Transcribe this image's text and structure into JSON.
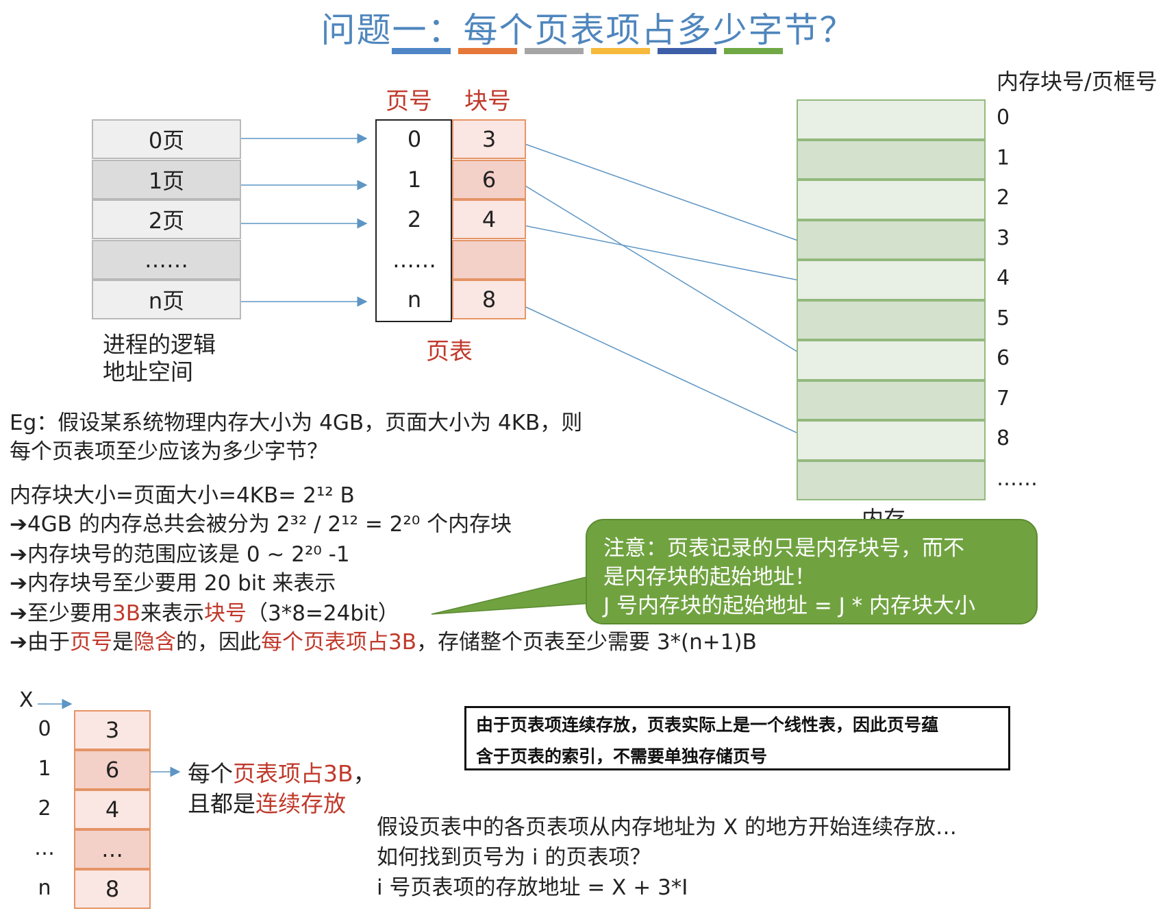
{
  "title": "问题一：每个页表项占多少字节？",
  "title_bar_colors": [
    "#4f86c6",
    "#e57738",
    "#a5a5a5",
    "#f6b93b",
    "#3d5fa8",
    "#6fa845"
  ],
  "logical_space": {
    "pages": [
      "0页",
      "1页",
      "2页",
      "……",
      "n页"
    ],
    "caption": [
      "进程的逻辑",
      "地址空间"
    ]
  },
  "page_table": {
    "header_page_no": "页号",
    "header_block_no": "块号",
    "page_numbers": [
      "0",
      "1",
      "2",
      "……",
      "n"
    ],
    "block_numbers": [
      "3",
      "6",
      "4",
      "",
      "8"
    ],
    "caption": "页表"
  },
  "memory": {
    "header": "内存块号/页框号",
    "block_labels": [
      "0",
      "1",
      "2",
      "3",
      "4",
      "5",
      "6",
      "7",
      "8",
      "……"
    ],
    "caption": "内存"
  },
  "colors": {
    "logical_light": "#efefef",
    "logical_dark": "#dcdcdc",
    "block_light": "#fae6e2",
    "block_dark": "#f3d0c8",
    "mem_light": "#e8efe4",
    "mem_dark": "#d4e1cd",
    "arrow": "#5d95c4",
    "callout": "#70a340",
    "accent_red": "#c0392b"
  },
  "example": {
    "line1": "Eg：假设某系统物理内存大小为 4GB，页面大小为 4KB，则",
    "line2": "每个页表项至少应该为多少字节？",
    "step1": "内存块大小=页面大小=4KB= 2¹² B",
    "step2": "➔4GB 的内存总共会被分为 2³² / 2¹² = 2²⁰ 个内存块",
    "step3": "➔内存块号的范围应该是 0 ~ 2²⁰ -1",
    "step4": "➔内存块号至少要用 20 bit 来表示",
    "step5": {
      "a": "➔至少要用",
      "b": "3B",
      "c": "来表示",
      "d": "块号",
      "e": "（3*8=24bit）"
    },
    "step6": {
      "a": "➔由于",
      "b": "页号",
      "c": "是",
      "d": "隐含",
      "e": "的，因此",
      "f": "每个页表项占3B",
      "g": "，存储整个页表至少需要 3*(n+1)B"
    }
  },
  "callout": {
    "line1": "注意：页表记录的只是内存块号，而不",
    "line2": "是内存块的起始地址！",
    "line3": "J 号内存块的起始地址 = J * 内存块大小"
  },
  "note": {
    "line1": "由于页表项连续存放，页表实际上是一个线性表，因此页号蕴",
    "line2": "含于页表的索引，不需要单独存储页号"
  },
  "bottom_table": {
    "start_label": "X",
    "indices": [
      "0",
      "1",
      "2",
      "…",
      "n"
    ],
    "values": [
      "3",
      "6",
      "4",
      "…",
      "8"
    ],
    "desc": {
      "a": "每个",
      "b": "页表项占3B",
      "c": "，",
      "d": "且都是",
      "e": "连续存放"
    }
  },
  "bottom_text": {
    "line1": "假设页表中的各页表项从内存地址为 X 的地方开始连续存放…",
    "line2": "如何找到页号为 i 的页表项？",
    "line3": "i 号页表项的存放地址 = X + 3*I"
  }
}
